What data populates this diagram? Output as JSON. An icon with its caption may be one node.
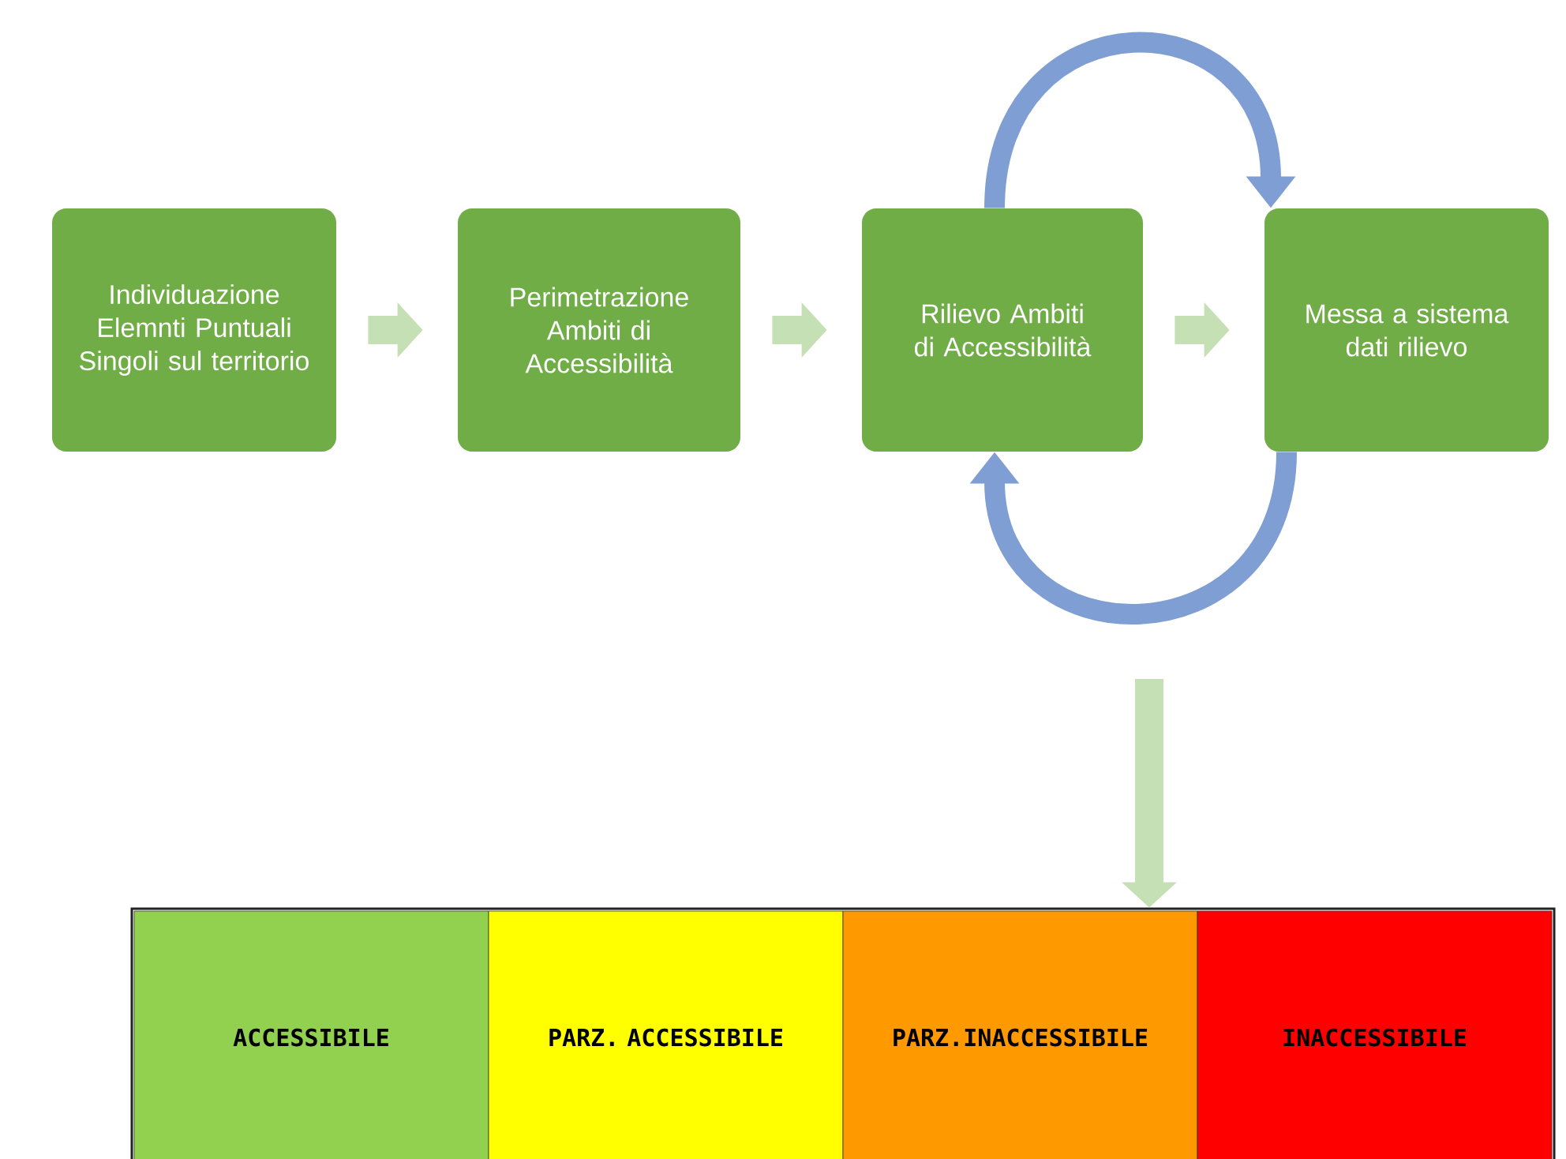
{
  "diagram": {
    "nodes": [
      {
        "text": [
          "Individuazione Elemnti Puntuali Singoli sul territorio"
        ]
      },
      {
        "text": [
          "Perimetrazione Ambiti di Accessibilità"
        ]
      },
      {
        "text": [
          "Rilievo Ambiti di Accessibilità"
        ]
      },
      {
        "text": [
          "Messa a sistema dati rilievo"
        ]
      },
      {
        "text": [],
        "shape": "box"
      },
      {
        "text": [
          "ACCESSIBILE"
        ],
        "in": 4
      },
      {
        "text": [
          "PARZ. ACCESSIBILE"
        ],
        "in": 4
      },
      {
        "text": [
          "PARZ.INACCESSIBILE"
        ],
        "in": 4
      },
      {
        "text": [
          "INACCESSIBILE"
        ],
        "in": 4
      }
    ],
    "edges": [
      {
        "from": 0,
        "to": 1,
        "arrow": "to"
      },
      {
        "from": 1,
        "to": 2,
        "arrow": "to"
      },
      {
        "from": 2,
        "to": 3,
        "arrow": "to"
      },
      {
        "from": 2,
        "to": 3,
        "arrow": "to",
        "color": "#7f9fd4"
      },
      {
        "from": 3,
        "to": 2,
        "arrow": "to",
        "color": "#7f9fd4"
      },
      {
        "from": null,
        "to": 4,
        "arrow": "to"
      }
    ]
  }
}
